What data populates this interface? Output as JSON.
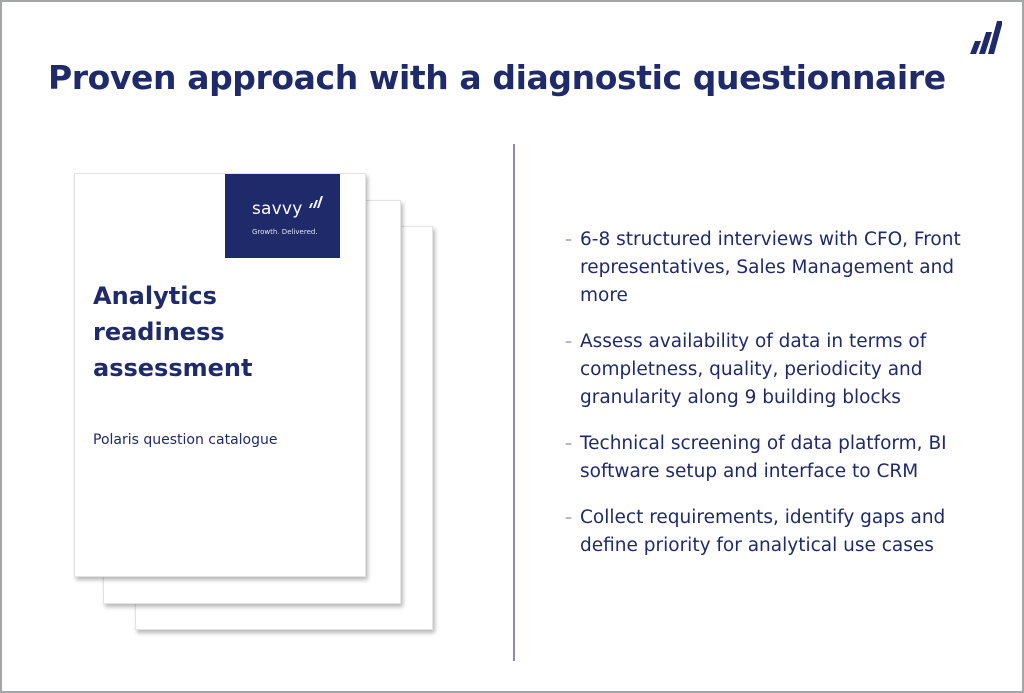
{
  "slide": {
    "title": "Proven approach with a diagnostic questionnaire",
    "corner_logo_icon": "savvy-bars-icon",
    "colors": {
      "primary": "#1f2a6b",
      "divider": "#8790b4",
      "border": "#a3a5a8",
      "tagline_dot": "#cfa35a"
    }
  },
  "document_preview": {
    "brand": {
      "name": "savvy",
      "mark_icon": "savvy-bars-icon",
      "tagline_part1": "Growth",
      "tagline_dot": ".",
      "tagline_part2": " Delivered."
    },
    "title": "Analytics readiness assessment",
    "subtitle": "Polaris question catalogue",
    "page_count": 3
  },
  "bullets": [
    {
      "dash": "–",
      "text": "6-8 structured interviews with CFO, Front representatives, Sales Management and more"
    },
    {
      "dash": "–",
      "text": "Assess availability of data in terms of completness, quality, periodicity and granularity along 9 building blocks"
    },
    {
      "dash": "–",
      "text": "Technical screening of data platform, BI software setup and interface to CRM"
    },
    {
      "dash": "–",
      "text": "Collect requirements, identify gaps and define priority for analytical use cases"
    }
  ]
}
